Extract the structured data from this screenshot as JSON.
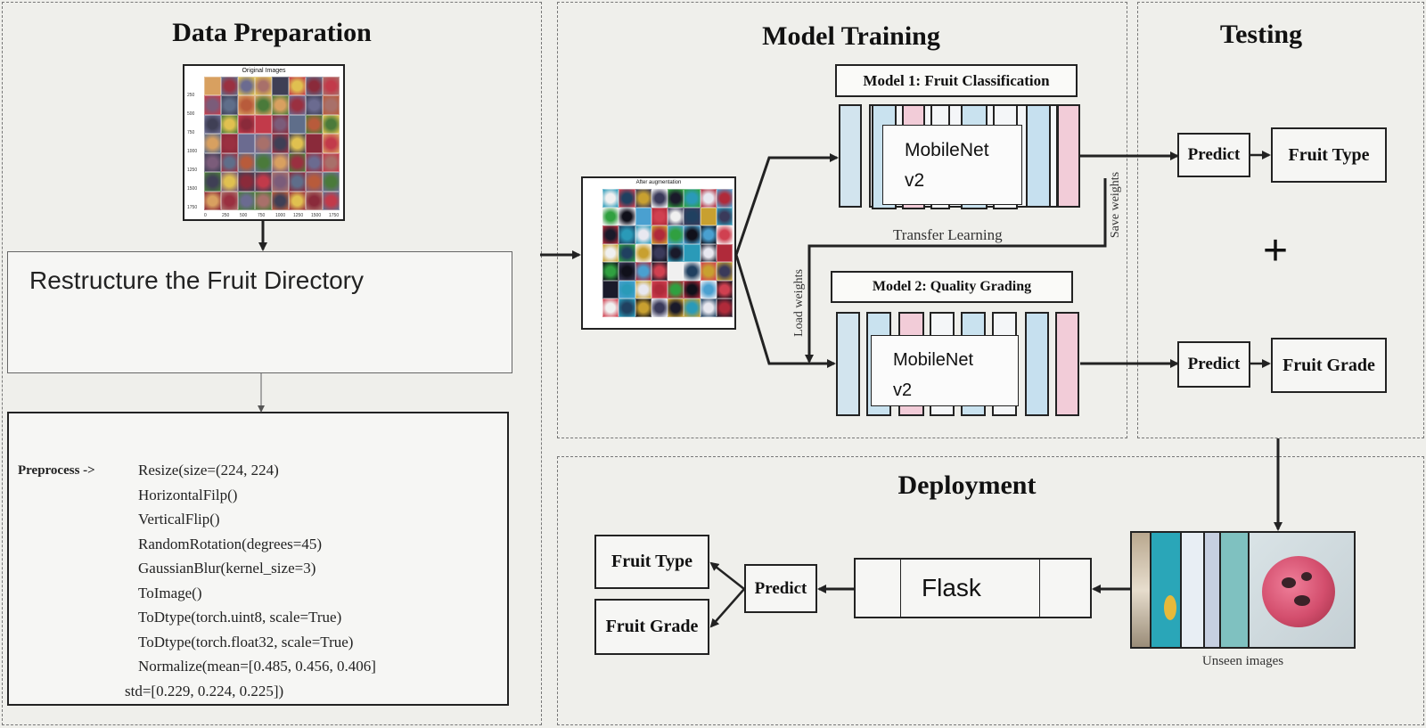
{
  "sections": {
    "data_preparation": "Data Preparation",
    "model_training": "Model Training",
    "testing": "Testing",
    "deployment": "Deployment"
  },
  "data_prep": {
    "original_images_title": "Original Images",
    "y_ticks": [
      "250",
      "500",
      "750",
      "1000",
      "1250",
      "1500",
      "1750"
    ],
    "x_ticks": [
      "0",
      "250",
      "500",
      "750",
      "1000",
      "1250",
      "1500",
      "1750"
    ],
    "restructure_label": "Restructure the Fruit Directory",
    "preprocess_label": "Preprocess ->",
    "preprocess_steps": [
      "Resize(size=(224, 224)",
      "HorizontalFilp()",
      "VerticalFlip()",
      "RandomRotation(degrees=45)",
      "GaussianBlur(kernel_size=3)",
      "ToImage()",
      "ToDtype(torch.uint8, scale=True)",
      "ToDtype(torch.float32, scale=True)",
      "Normalize(mean=[0.485, 0.456, 0.406]",
      "std=[0.229, 0.224, 0.225])"
    ]
  },
  "training": {
    "augmented_title": "After augmentation",
    "model1_title": "Model 1: Fruit Classification",
    "model2_title": "Model 2: Quality Grading",
    "backbone_line1": "MobileNet",
    "backbone_line2": "v2",
    "transfer_learning": "Transfer Learning",
    "save_weights": "Save weights",
    "load_weights": "Load weights"
  },
  "testing": {
    "predict": "Predict",
    "fruit_type": "Fruit Type",
    "fruit_grade": "Fruit Grade",
    "plus": "+"
  },
  "deployment": {
    "flask": "Flask",
    "predict": "Predict",
    "fruit_type": "Fruit Type",
    "fruit_grade": "Fruit Grade",
    "unseen_images": "Unseen images"
  },
  "colors": {
    "layer_blue": "#c9e2ef",
    "layer_pink": "#f2ccd8",
    "layer_plain": "#f4f6f8",
    "teal": "#2aa6b8"
  }
}
